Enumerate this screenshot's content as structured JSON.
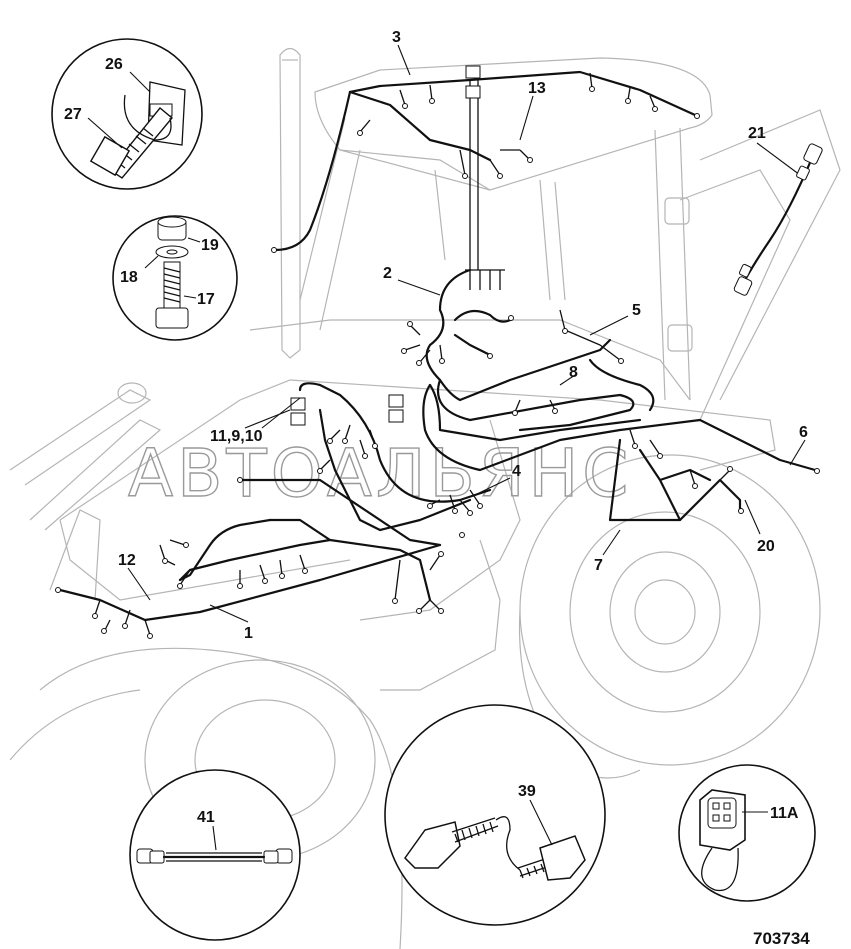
{
  "watermark": "АВТОАЛЬЯНС",
  "drawing_number": "703734",
  "callouts": {
    "c1": "1",
    "c2": "2",
    "c3": "3",
    "c4": "4",
    "c5": "5",
    "c6": "6",
    "c7": "7",
    "c8": "8",
    "c11910": "11,9,10",
    "c12": "12",
    "c13": "13",
    "c17": "17",
    "c18": "18",
    "c19": "19",
    "c20": "20",
    "c21": "21",
    "c26": "26",
    "c27": "27",
    "c39": "39",
    "c41": "41",
    "c11a": "11A"
  },
  "colors": {
    "line": "#111111",
    "ghost": "#b5b5b5",
    "watermark": "#9a9a9a"
  }
}
